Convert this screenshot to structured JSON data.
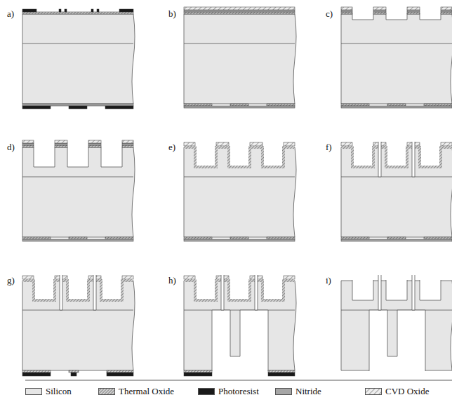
{
  "diagram": {
    "labels": [
      "a)",
      "b)",
      "c)",
      "d)",
      "e)",
      "f)",
      "g)",
      "h)",
      "i)"
    ],
    "legend": [
      {
        "text": "Silicon",
        "color": "#e6e6e6"
      },
      {
        "text": "Thermal Oxide"
      },
      {
        "text": "Photoresist",
        "color": "#1a1a1a"
      },
      {
        "text": "Nitride",
        "color": "#a6a6a6"
      },
      {
        "text": "CVD Oxide"
      }
    ]
  }
}
